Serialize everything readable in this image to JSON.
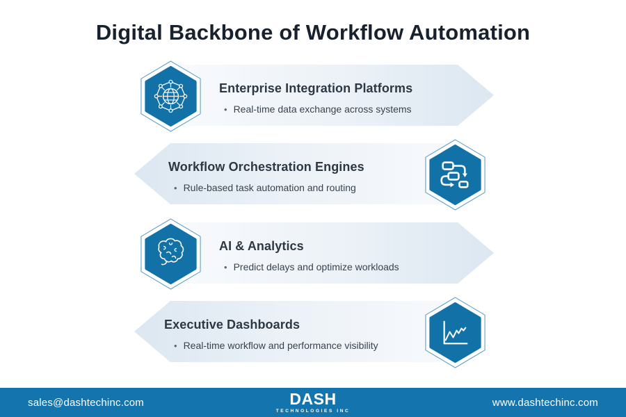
{
  "title": "Digital Backbone of Workflow Automation",
  "bullet_marker": "•",
  "rows": [
    {
      "heading": "Enterprise Integration Platforms",
      "bullet": "Real-time data exchange across systems",
      "icon": "globe-network",
      "arrow_direction": "right",
      "hexagon_side": "left"
    },
    {
      "heading": "Workflow Orchestration Engines",
      "bullet": "Rule-based task automation and routing",
      "icon": "flowchart",
      "arrow_direction": "left",
      "hexagon_side": "right"
    },
    {
      "heading": "AI & Analytics",
      "bullet": "Predict delays and optimize workloads",
      "icon": "brain",
      "arrow_direction": "right",
      "hexagon_side": "left"
    },
    {
      "heading": "Executive Dashboards",
      "bullet": "Real-time workflow and performance visibility",
      "icon": "line-chart",
      "arrow_direction": "left",
      "hexagon_side": "right"
    }
  ],
  "footer": {
    "email": "sales@dashtechinc.com",
    "logo_text": "DASH",
    "logo_subtext": "TECHNOLOGIES INC",
    "website": "www.dashtechinc.com"
  },
  "colors": {
    "hexagon_fill": "#1272a8",
    "hexagon_outline": "#4d94c4",
    "footer_background": "#1474ad",
    "banner_tint": "#dce7f1",
    "title_text": "#18222e",
    "heading_text": "#2d3843",
    "body_text": "#38434e"
  }
}
